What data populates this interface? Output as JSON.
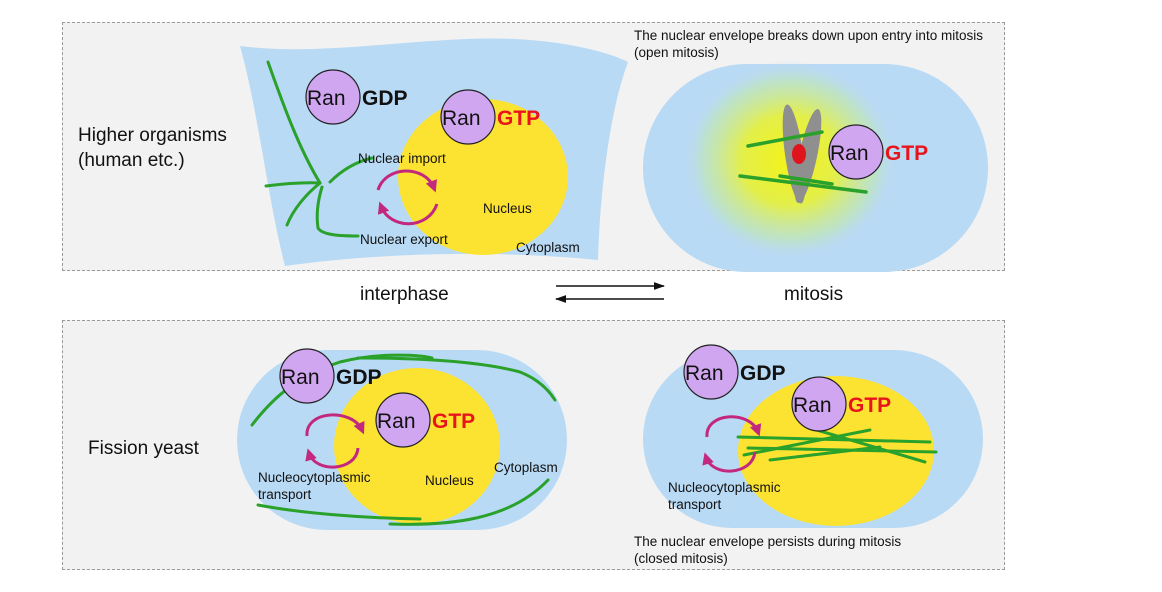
{
  "rows": {
    "top": {
      "organism_line1": "Higher organisms",
      "organism_line2": "(human etc.)"
    },
    "bottom": {
      "organism": "Fission yeast"
    }
  },
  "phases": {
    "left": "interphase",
    "right": "mitosis"
  },
  "molecules": {
    "ran": "Ran",
    "gdp": "GDP",
    "gtp": "GTP"
  },
  "labels": {
    "nuclear_import": "Nuclear import",
    "nuclear_export": "Nuclear export",
    "nucleus": "Nucleus",
    "cytoplasm": "Cytoplasm",
    "nucleocytoplasmic_line1": "Nucleocytoplasmic",
    "nucleocytoplasmic_line2": "transport"
  },
  "notes": {
    "open_mitosis_line1": "The nuclear envelope breaks down upon entry into mitosis",
    "open_mitosis_line2": "(open mitosis)",
    "closed_mitosis_line1": "The nuclear envelope persists during mitosis",
    "closed_mitosis_line2": "(closed mitosis)"
  },
  "colors": {
    "panel_bg": "#f2f2f2",
    "cell": "#b9daf5",
    "nucleus": "#fde331",
    "ran_circle": "#d1a6f0",
    "microtubule": "#2aa12a",
    "transport_arrow": "#c3287f",
    "gtp_text": "#e8141c",
    "chromosome": "#8f8f8f",
    "centromere": "#e0141c"
  }
}
